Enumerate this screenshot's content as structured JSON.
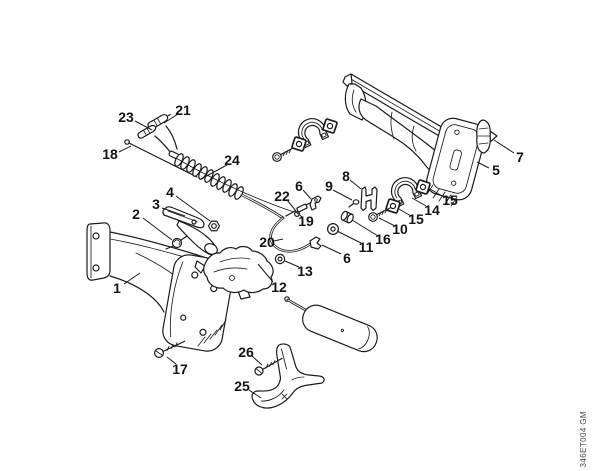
{
  "figure": {
    "watermark": "346ET004 GM",
    "ink_color": "#1c1c1c",
    "background_color": "#ffffff"
  },
  "callouts": [
    {
      "n": "23"
    },
    {
      "n": "21"
    },
    {
      "n": "18"
    },
    {
      "n": "24"
    },
    {
      "n": "22"
    },
    {
      "n": "6"
    },
    {
      "n": "9"
    },
    {
      "n": "8"
    },
    {
      "n": "19"
    },
    {
      "n": "20"
    },
    {
      "n": "11"
    },
    {
      "n": "16"
    },
    {
      "n": "10"
    },
    {
      "n": "15"
    },
    {
      "n": "14"
    },
    {
      "n": "15"
    },
    {
      "n": "5"
    },
    {
      "n": "7"
    },
    {
      "n": "4"
    },
    {
      "n": "3"
    },
    {
      "n": "2"
    },
    {
      "n": "1"
    },
    {
      "n": "12"
    },
    {
      "n": "13"
    },
    {
      "n": "6"
    },
    {
      "n": "17"
    },
    {
      "n": "26"
    },
    {
      "n": "25"
    }
  ]
}
